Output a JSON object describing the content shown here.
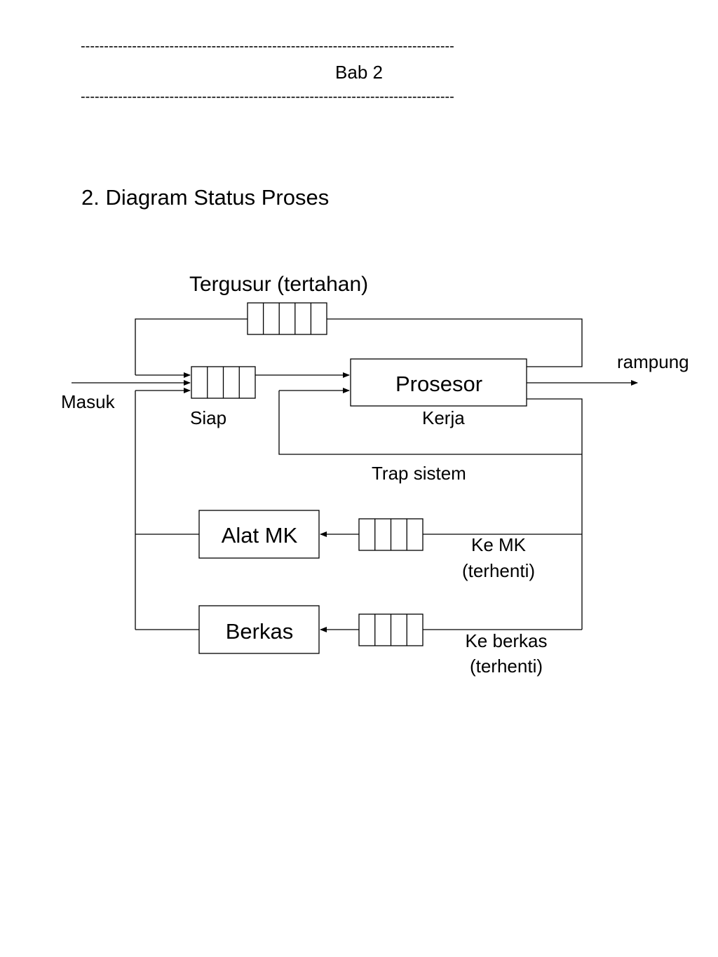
{
  "header": {
    "rule_top": "--------------------------------------------------------------------------------",
    "title": "Bab 2",
    "rule_bottom": "--------------------------------------------------------------------------------"
  },
  "section": {
    "title": "2. Diagram Status Proses"
  },
  "diagram": {
    "labels": {
      "tergusur": "Tergusur (tertahan)",
      "prosesor": "Prosesor",
      "rampung": "rampung",
      "masuk": "Masuk",
      "siap": "Siap",
      "kerja": "Kerja",
      "trap": "Trap sistem",
      "alat_mk": "Alat MK",
      "ke_mk_1": "Ke MK",
      "ke_mk_2": "(terhenti)",
      "berkas": "Berkas",
      "ke_berkas_1": "Ke berkas",
      "ke_berkas_2": "(terhenti)"
    },
    "queue_cells": {
      "tergusur": 5,
      "siap": 4,
      "alat_mk": 4,
      "berkas": 4
    }
  }
}
